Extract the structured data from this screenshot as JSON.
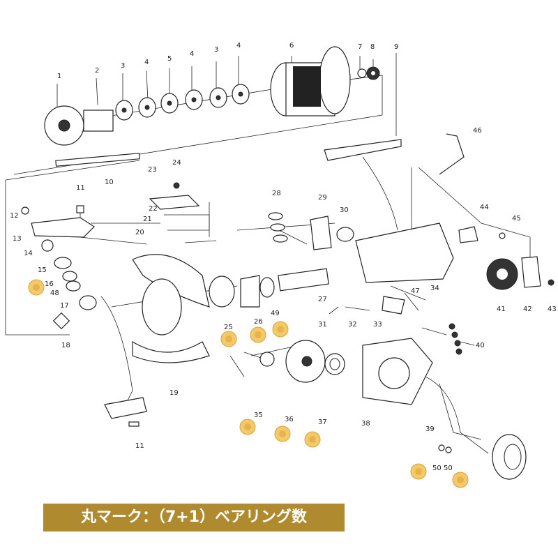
{
  "caption": "丸マーク：（7+1）ベアリング数",
  "colors": {
    "bearing_mark": "#f2c96b",
    "caption_bg": "#b08a2e",
    "caption_text": "#ffffff",
    "line": "#222222"
  },
  "labels": [
    "1",
    "2",
    "3",
    "4",
    "5",
    "4",
    "3",
    "4",
    "6",
    "7",
    "8",
    "9",
    "10",
    "11",
    "12",
    "13",
    "14",
    "15",
    "16",
    "48",
    "17",
    "18",
    "23",
    "24",
    "22",
    "21",
    "20",
    "19",
    "11",
    "28",
    "29",
    "30",
    "25",
    "26",
    "49",
    "27",
    "44",
    "45",
    "46",
    "41",
    "42",
    "43",
    "47",
    "34",
    "31",
    "32",
    "33",
    "40",
    "35",
    "36",
    "37",
    "38",
    "39",
    "50",
    "50"
  ]
}
